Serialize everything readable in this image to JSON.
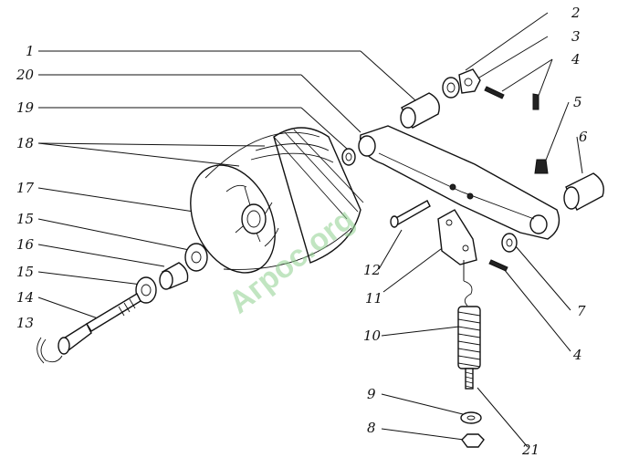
{
  "diagram": {
    "labels": [
      "1",
      "2",
      "3",
      "4",
      "4",
      "5",
      "6",
      "7",
      "8",
      "9",
      "10",
      "11",
      "12",
      "13",
      "14",
      "15",
      "15",
      "16",
      "17",
      "18",
      "19",
      "20",
      "21"
    ],
    "watermark": "Агрос.org"
  }
}
